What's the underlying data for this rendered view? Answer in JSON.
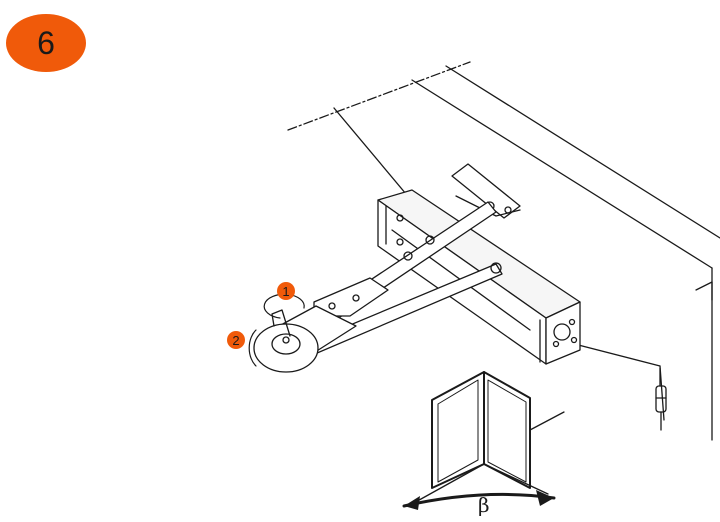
{
  "step": {
    "number": "6"
  },
  "callouts": [
    {
      "label": "1"
    },
    {
      "label": "2"
    }
  ],
  "angle": {
    "symbol": "β"
  },
  "colors": {
    "accent": "#f05a0a",
    "line": "#1a1a1a",
    "background": "#ffffff"
  }
}
